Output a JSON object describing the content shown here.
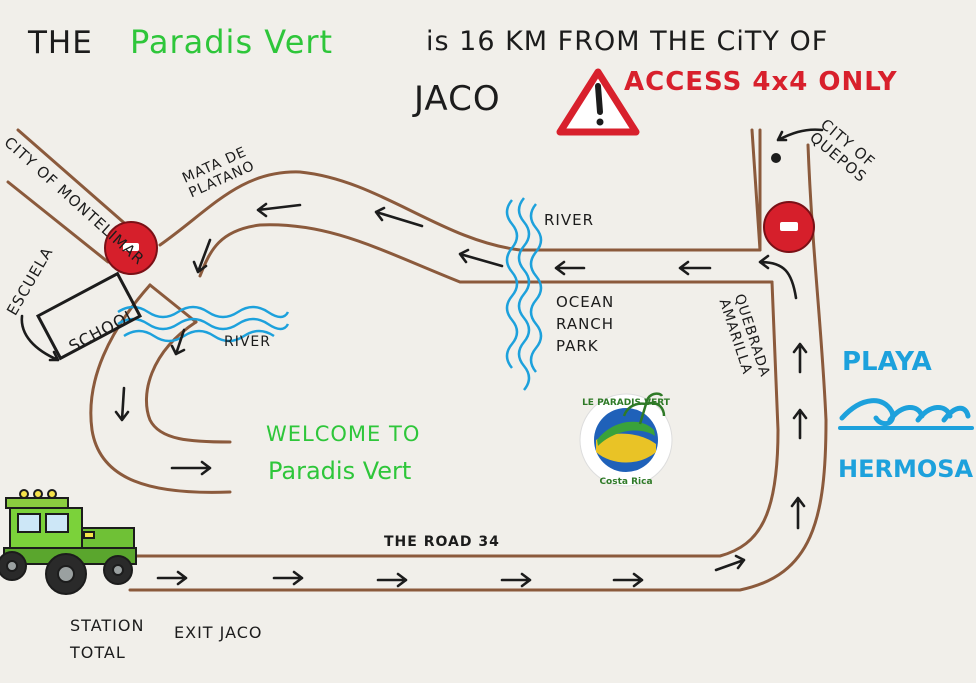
{
  "title": {
    "part1": "THE",
    "part2": "Paradis Vert",
    "part3": "is 16 KM FROM THE CiTY OF",
    "part4": "JACO"
  },
  "warning": {
    "text": "ACCESS 4x4 ONLY",
    "icon": "warning-triangle-icon"
  },
  "places": {
    "montelimar": "City of Montelimar",
    "quepos": "City of Quepos",
    "mata_de_platano": "Mata de Platano",
    "escuela": "Escuela",
    "school": "SCHOOL",
    "river_left": "River",
    "river_top": "River",
    "ocean_ranch": "Ocean Ranch Park",
    "quebrada": "Quebrada Amarilla",
    "welcome1": "WELCOME TO",
    "welcome2": "Paradis Vert",
    "playa": "PLAYA",
    "hermosa": "HERMOSA",
    "road": "THE ROAD 34",
    "station": "STATION TOTAL",
    "exit": "EXIT JACO"
  },
  "logo": {
    "top_text": "LE PARADIS VERT",
    "bottom_text": "Costa Rica"
  },
  "colors": {
    "road": "#8b5a3c",
    "water": "#1da1dc",
    "title_green": "#2ec63a",
    "warning_red": "#d8202c",
    "stop_red": "#d61f2b",
    "ink": "#1c1c1c",
    "jeep_green": "#7bd23a"
  }
}
